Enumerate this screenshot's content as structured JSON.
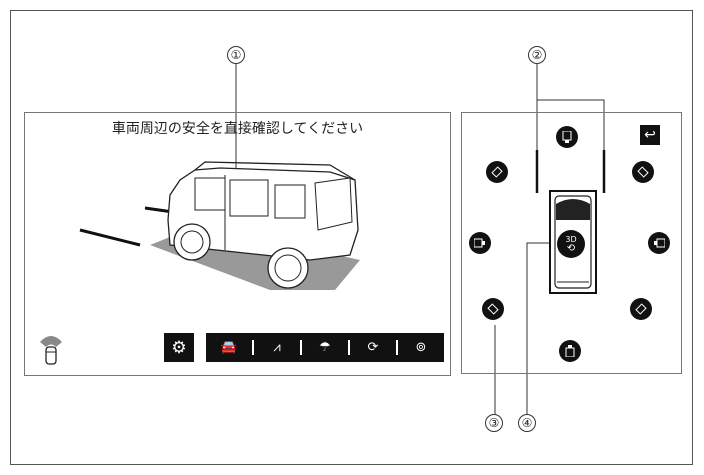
{
  "screen_message": "車両周辺の安全を直接確認してください",
  "callouts": [
    "①",
    "②",
    "③",
    "④"
  ],
  "left_panel": {
    "settings_icon": "gear-icon",
    "toolbar_icons": [
      "3d-car-view-icon",
      "lane-guide-icon",
      "sonar-car-icon",
      "rotate-car-icon",
      "top-car-view-icon"
    ]
  },
  "right_panel": {
    "back_icon": "return-arrow-icon",
    "view_button_label": "3D",
    "camera_buttons": [
      "front",
      "front-left",
      "front-right",
      "left",
      "right",
      "rear-left",
      "rear-right",
      "rear"
    ]
  }
}
